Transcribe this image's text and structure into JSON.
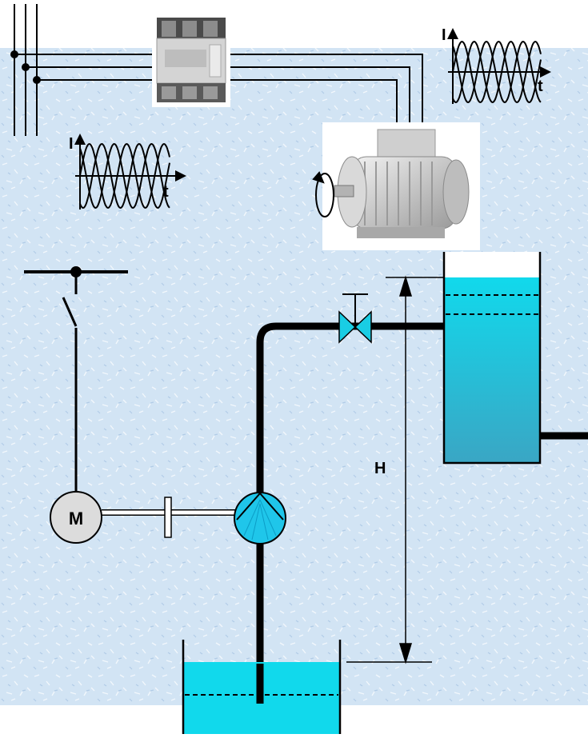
{
  "colors": {
    "background": "#d2e4f4",
    "water": "#11d9ec",
    "water_deep": "#3aa6c4",
    "pipe": "#000000",
    "valve": "#19cde4",
    "pump": "#1fc6ea",
    "motor_circle": "#dcdcdc"
  },
  "icons": [
    "contactor-icon",
    "electric-motor-icon",
    "rotation-arrow-icon",
    "valve-icon",
    "pump-icon",
    "motor-symbol-icon",
    "switch-icon"
  ],
  "labels": {
    "current_axis_top": "I",
    "time_axis_top": "t",
    "current_axis_left": "I",
    "time_axis_left": "t",
    "head": "H",
    "motor_symbol": "M"
  }
}
